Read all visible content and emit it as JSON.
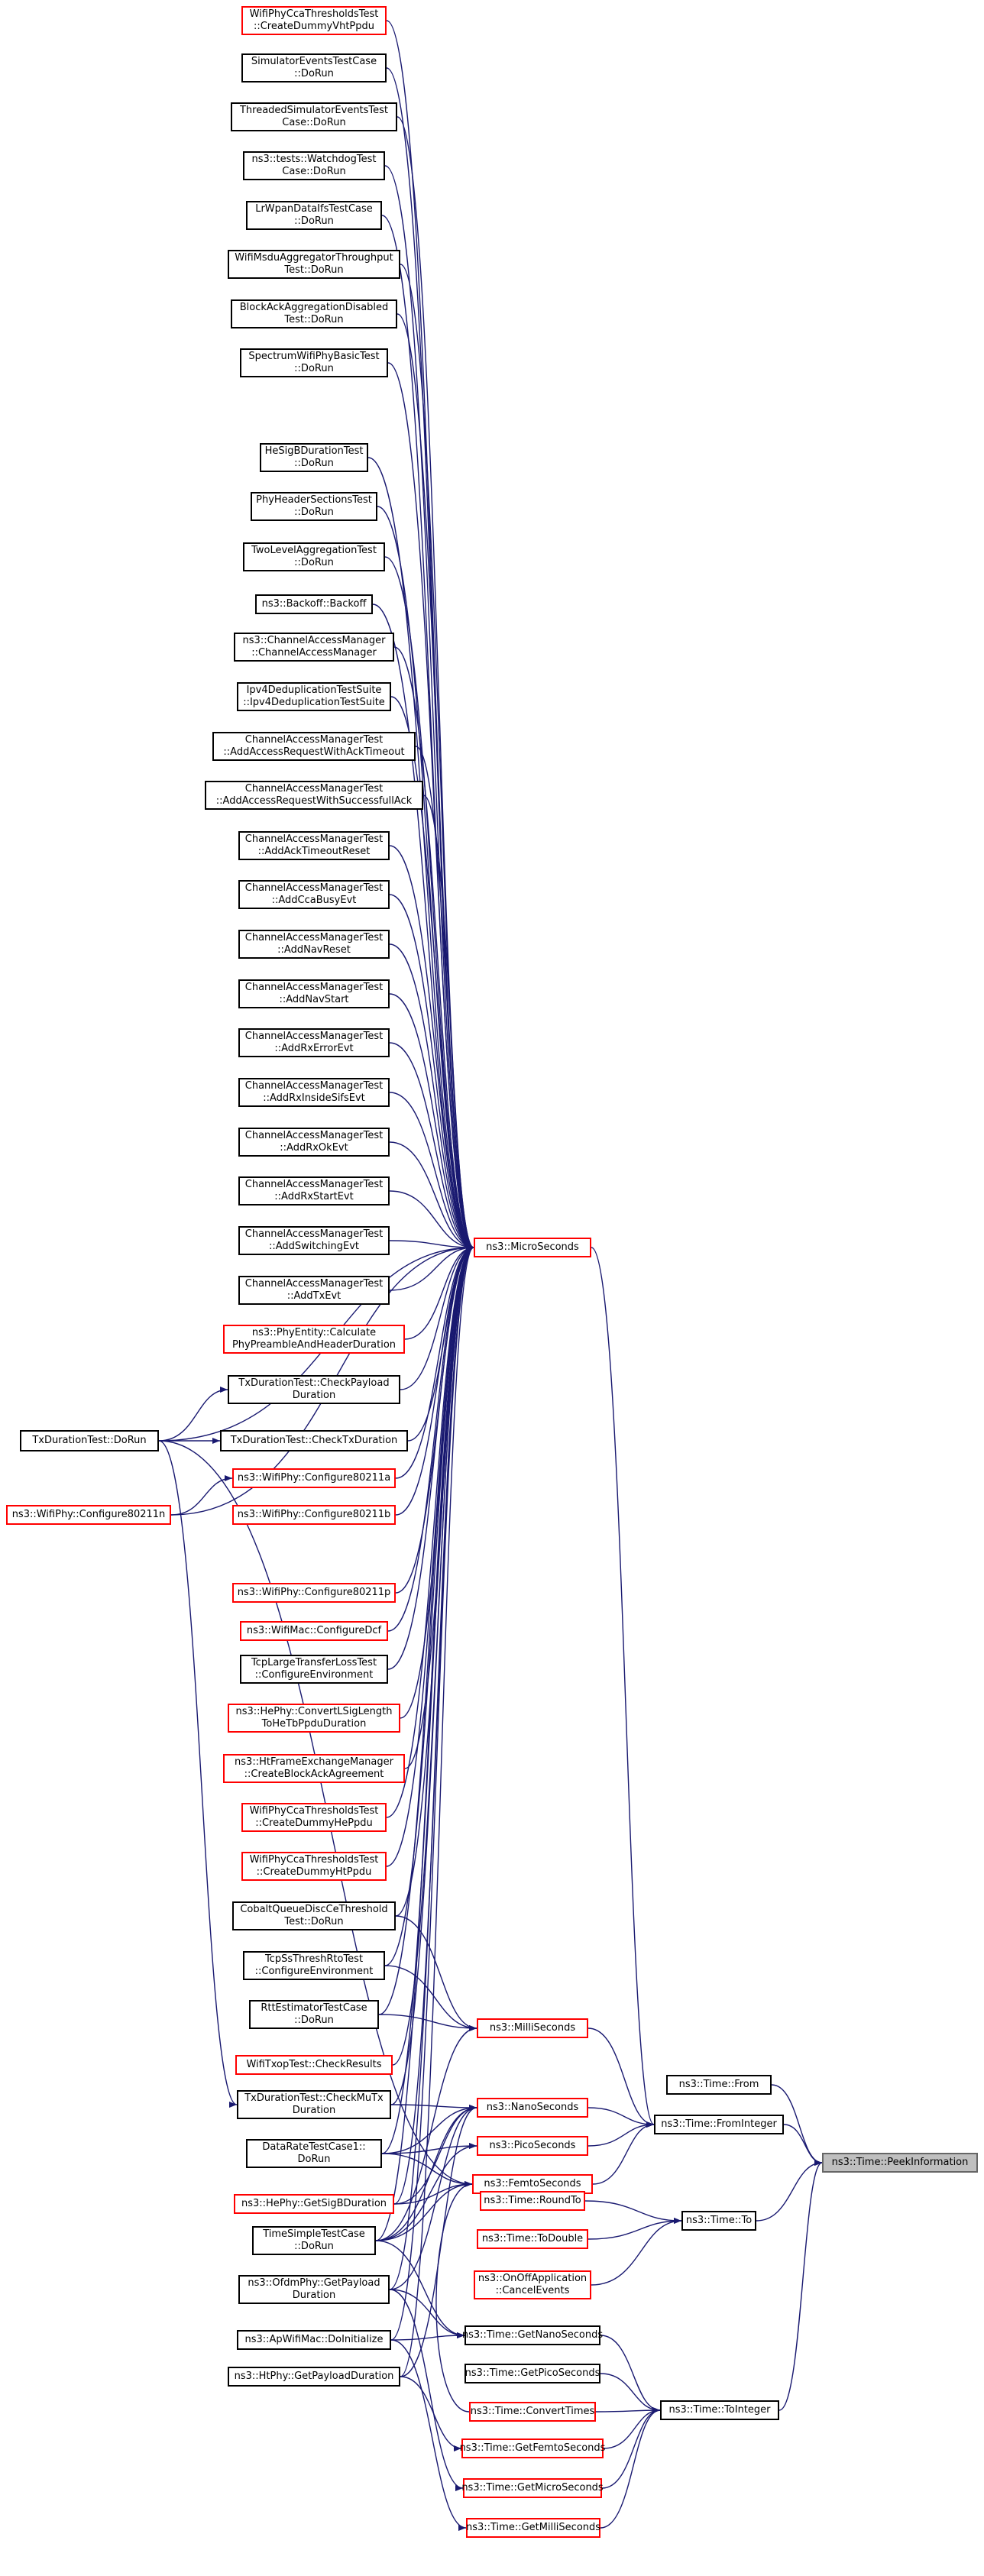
{
  "diagram": {
    "colors": {
      "edge": "#191970",
      "node_border": "#000000",
      "node_border_truncated": "#ff0000",
      "root_fill": "#bfbfbf",
      "root_border": "#666666"
    },
    "nodes": {
      "createDummyVhtPpdu": {
        "lines": [
          "WifiPhyCcaThresholdsTest",
          "::CreateDummyVhtPpdu"
        ]
      },
      "simulatorEvents": {
        "lines": [
          "SimulatorEventsTestCase",
          "::DoRun"
        ]
      },
      "threadedSimulatorEvents": {
        "lines": [
          "ThreadedSimulatorEventsTest",
          "Case::DoRun"
        ]
      },
      "watchdogTest": {
        "lines": [
          "ns3::tests::WatchdogTest",
          "Case::DoRun"
        ]
      },
      "lrWpanDataIfs": {
        "lines": [
          "LrWpanDataIfsTestCase",
          "::DoRun"
        ]
      },
      "msduAggregator": {
        "lines": [
          "WifiMsduAggregatorThroughput",
          "Test::DoRun"
        ]
      },
      "blockAckDisabled": {
        "lines": [
          "BlockAckAggregationDisabled",
          "Test::DoRun"
        ]
      },
      "spectrumWifiPhy": {
        "lines": [
          "SpectrumWifiPhyBasicTest",
          "::DoRun"
        ]
      },
      "heSigB": {
        "lines": [
          "HeSigBDurationTest",
          "::DoRun"
        ]
      },
      "phyHeaderSections": {
        "lines": [
          "PhyHeaderSectionsTest",
          "::DoRun"
        ]
      },
      "twoLevelAggregation": {
        "lines": [
          "TwoLevelAggregationTest",
          "::DoRun"
        ]
      },
      "backoff": {
        "lines": [
          "ns3::Backoff::Backoff"
        ]
      },
      "channelAccessManager": {
        "lines": [
          "ns3::ChannelAccessManager",
          "::ChannelAccessManager"
        ]
      },
      "ipv4Dedup": {
        "lines": [
          "Ipv4DeduplicationTestSuite",
          "::Ipv4DeduplicationTestSuite"
        ]
      },
      "camAckTimeout": {
        "lines": [
          "ChannelAccessManagerTest",
          "::AddAccessRequestWithAckTimeout"
        ]
      },
      "camSuccessfulAck": {
        "lines": [
          "ChannelAccessManagerTest",
          "::AddAccessRequestWithSuccessfullAck"
        ]
      },
      "camAckTimeoutReset": {
        "lines": [
          "ChannelAccessManagerTest",
          "::AddAckTimeoutReset"
        ]
      },
      "camCcaBusy": {
        "lines": [
          "ChannelAccessManagerTest",
          "::AddCcaBusyEvt"
        ]
      },
      "camNavReset": {
        "lines": [
          "ChannelAccessManagerTest",
          "::AddNavReset"
        ]
      },
      "camNavStart": {
        "lines": [
          "ChannelAccessManagerTest",
          "::AddNavStart"
        ]
      },
      "camRxError": {
        "lines": [
          "ChannelAccessManagerTest",
          "::AddRxErrorEvt"
        ]
      },
      "camRxInsideSifs": {
        "lines": [
          "ChannelAccessManagerTest",
          "::AddRxInsideSifsEvt"
        ]
      },
      "camRxOk": {
        "lines": [
          "ChannelAccessManagerTest",
          "::AddRxOkEvt"
        ]
      },
      "camRxStart": {
        "lines": [
          "ChannelAccessManagerTest",
          "::AddRxStartEvt"
        ]
      },
      "camSwitching": {
        "lines": [
          "ChannelAccessManagerTest",
          "::AddSwitchingEvt"
        ]
      },
      "camTx": {
        "lines": [
          "ChannelAccessManagerTest",
          "::AddTxEvt"
        ]
      },
      "phyEntity": {
        "lines": [
          "ns3::PhyEntity::Calculate",
          "PhyPreambleAndHeaderDuration"
        ]
      },
      "checkPayload": {
        "lines": [
          "TxDurationTest::CheckPayload",
          "Duration"
        ]
      },
      "txDurationDoRun": {
        "lines": [
          "TxDurationTest::DoRun"
        ]
      },
      "checkTxDuration": {
        "lines": [
          "TxDurationTest::CheckTxDuration"
        ]
      },
      "configure80211a": {
        "lines": [
          "ns3::WifiPhy::Configure80211a"
        ]
      },
      "configure80211n": {
        "lines": [
          "ns3::WifiPhy::Configure80211n"
        ]
      },
      "configure80211b": {
        "lines": [
          "ns3::WifiPhy::Configure80211b"
        ]
      },
      "configure80211p": {
        "lines": [
          "ns3::WifiPhy::Configure80211p"
        ]
      },
      "configureDcf": {
        "lines": [
          "ns3::WifiMac::ConfigureDcf"
        ]
      },
      "tcpLargeTransfer": {
        "lines": [
          "TcpLargeTransferLossTest",
          "::ConfigureEnvironment"
        ]
      },
      "hePhyConvert": {
        "lines": [
          "ns3::HePhy::ConvertLSigLength",
          "ToHeTbPpduDuration"
        ]
      },
      "htFrameExchange": {
        "lines": [
          "ns3::HtFrameExchangeManager",
          "::CreateBlockAckAgreement"
        ]
      },
      "createDummyHePpdu": {
        "lines": [
          "WifiPhyCcaThresholdsTest",
          "::CreateDummyHePpdu"
        ]
      },
      "createDummyHtPpdu": {
        "lines": [
          "WifiPhyCcaThresholdsTest",
          "::CreateDummyHtPpdu"
        ]
      },
      "cobaltQueue": {
        "lines": [
          "CobaltQueueDiscCeThreshold",
          "Test::DoRun"
        ]
      },
      "tcpSsThresh": {
        "lines": [
          "TcpSsThreshRtoTest",
          "::ConfigureEnvironment"
        ]
      },
      "rttEstimator": {
        "lines": [
          "RttEstimatorTestCase",
          "::DoRun"
        ]
      },
      "wifiTxop": {
        "lines": [
          "WifiTxopTest::CheckResults"
        ]
      },
      "checkMuTx": {
        "lines": [
          "TxDurationTest::CheckMuTx",
          "Duration"
        ]
      },
      "dataRate": {
        "lines": [
          "DataRateTestCase1::",
          "DoRun"
        ]
      },
      "hePhySigB": {
        "lines": [
          "ns3::HePhy::GetSigBDuration"
        ]
      },
      "timeSimple": {
        "lines": [
          "TimeSimpleTestCase",
          "::DoRun"
        ]
      },
      "ofdmPhy": {
        "lines": [
          "ns3::OfdmPhy::GetPayload",
          "Duration"
        ]
      },
      "apWifiMac": {
        "lines": [
          "ns3::ApWifiMac::DoInitialize"
        ]
      },
      "htPhy": {
        "lines": [
          "ns3::HtPhy::GetPayloadDuration"
        ]
      },
      "microSeconds": {
        "lines": [
          "ns3::MicroSeconds"
        ]
      },
      "milliSeconds": {
        "lines": [
          "ns3::MilliSeconds"
        ]
      },
      "nanoSeconds": {
        "lines": [
          "ns3::NanoSeconds"
        ]
      },
      "picoSeconds": {
        "lines": [
          "ns3::PicoSeconds"
        ]
      },
      "femtoSeconds": {
        "lines": [
          "ns3::FemtoSeconds"
        ]
      },
      "timeFrom": {
        "lines": [
          "ns3::Time::From"
        ]
      },
      "fromInteger": {
        "lines": [
          "ns3::Time::FromInteger"
        ]
      },
      "peekInformation": {
        "lines": [
          "ns3::Time::PeekInformation"
        ]
      },
      "roundTo": {
        "lines": [
          "ns3::Time::RoundTo"
        ]
      },
      "toDouble": {
        "lines": [
          "ns3::Time::ToDouble"
        ]
      },
      "timeTo": {
        "lines": [
          "ns3::Time::To"
        ]
      },
      "onOffCancel": {
        "lines": [
          "ns3::OnOffApplication",
          "::CancelEvents"
        ]
      },
      "getNanoSeconds": {
        "lines": [
          "ns3::Time::GetNanoSeconds"
        ]
      },
      "getPicoSeconds": {
        "lines": [
          "ns3::Time::GetPicoSeconds"
        ]
      },
      "convertTimes": {
        "lines": [
          "ns3::Time::ConvertTimes"
        ]
      },
      "toInteger": {
        "lines": [
          "ns3::Time::ToInteger"
        ]
      },
      "getFemtoSeconds": {
        "lines": [
          "ns3::Time::GetFemtoSeconds"
        ]
      },
      "getMicroSeconds": {
        "lines": [
          "ns3::Time::GetMicroSeconds"
        ]
      },
      "getMilliSeconds": {
        "lines": [
          "ns3::Time::GetMilliSeconds"
        ]
      }
    }
  }
}
